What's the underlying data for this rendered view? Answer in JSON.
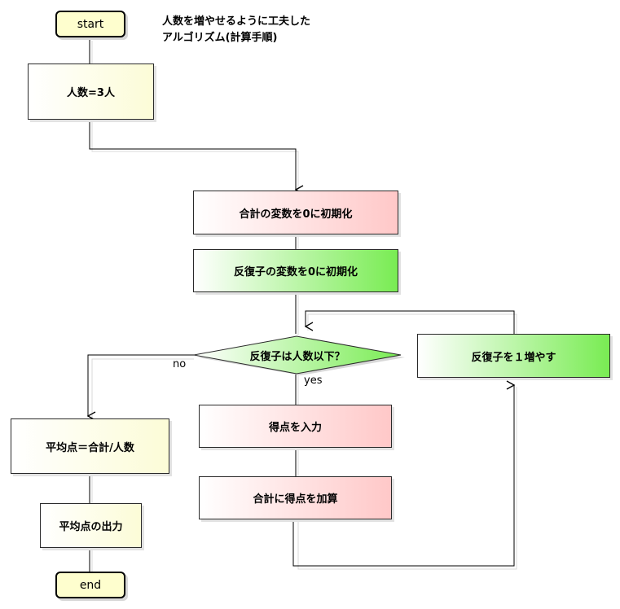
{
  "title": {
    "line1": "人数を増やせるように工夫した",
    "line2": "アルゴリズム(計算手順)"
  },
  "nodes": {
    "start": "start",
    "set_count": "人数=3人",
    "init_sum": "合計の変数を0に初期化",
    "init_iter": "反復子の変数を0に初期化",
    "decision": "反復子は人数以下？",
    "increment": "反復子を１増やす",
    "input_score": "得点を入力",
    "add_score": "合計に得点を加算",
    "average": "平均点＝合計/人数",
    "output": "平均点の出力",
    "end": "end"
  },
  "branches": {
    "no": "no",
    "yes": "yes"
  },
  "colors": {
    "terminal_fill": "#fefece",
    "process_yellow": "#fcfcd7",
    "process_pink": "#ffc8c8",
    "process_green": "#79ec53",
    "line": "#000000",
    "shadow": "#d8d8d8"
  }
}
